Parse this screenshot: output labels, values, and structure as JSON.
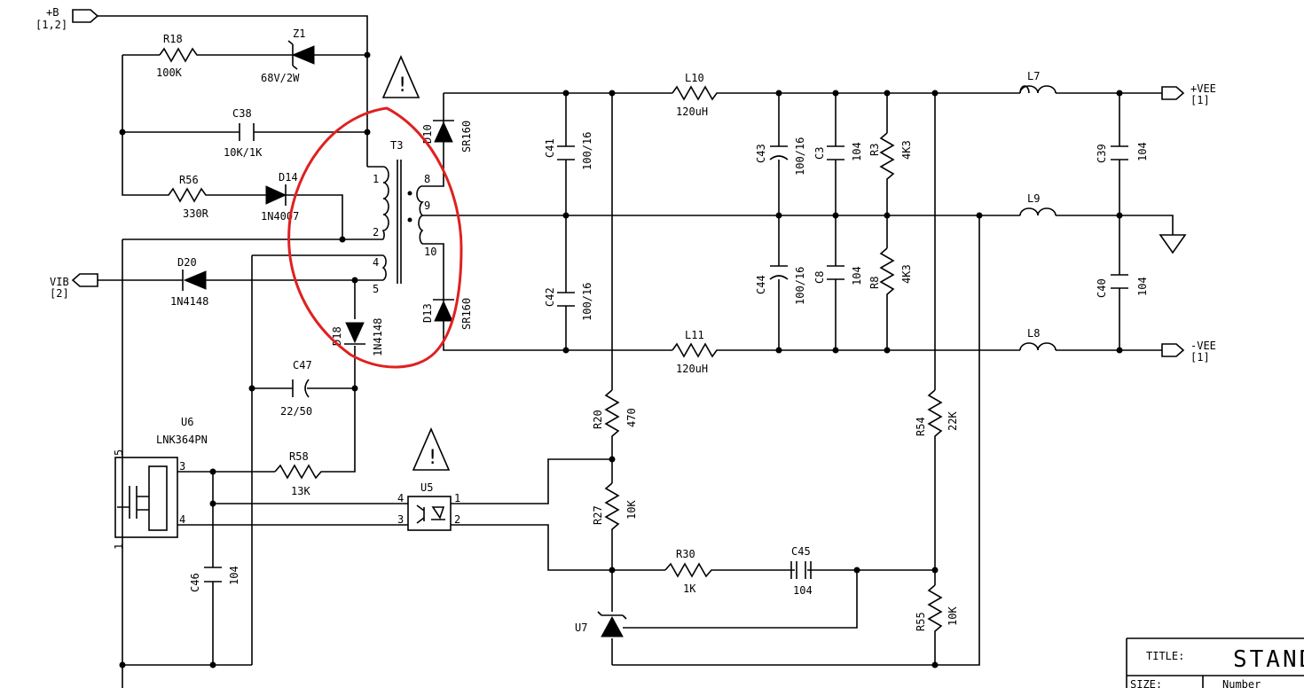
{
  "nets": {
    "plus_b": "+B",
    "plus_b_ref": "[1,2]",
    "vib": "VIB",
    "vib_ref": "[2]",
    "plus_vee": "+VEE",
    "plus_vee_ref": "[1]",
    "minus_vee": "-VEE",
    "minus_vee_ref": "[1]"
  },
  "warning_symbol": "!",
  "components": {
    "R18": {
      "ref": "R18",
      "value": "100K"
    },
    "Z1": {
      "ref": "Z1",
      "value": "68V/2W"
    },
    "C38": {
      "ref": "C38",
      "value": "10K/1K"
    },
    "R56": {
      "ref": "R56",
      "value": "330R"
    },
    "D14": {
      "ref": "D14",
      "value": "1N4007"
    },
    "D20": {
      "ref": "D20",
      "value": "1N4148"
    },
    "D18": {
      "ref": "D18",
      "value": "1N4148"
    },
    "C47": {
      "ref": "C47",
      "value": "22/50"
    },
    "U6": {
      "ref": "U6",
      "value": "LNK364PN"
    },
    "R58": {
      "ref": "R58",
      "value": "13K"
    },
    "C46": {
      "ref": "C46",
      "value": "104"
    },
    "T3": {
      "ref": "T3",
      "pins": [
        "1",
        "2",
        "4",
        "5",
        "8",
        "9",
        "10"
      ]
    },
    "D10": {
      "ref": "D10",
      "value": "SR160"
    },
    "D13": {
      "ref": "D13",
      "value": "SR160"
    },
    "C41": {
      "ref": "C41",
      "value": "100/16"
    },
    "C42": {
      "ref": "C42",
      "value": "100/16"
    },
    "L10": {
      "ref": "L10",
      "value": "120uH"
    },
    "L11": {
      "ref": "L11",
      "value": "120uH"
    },
    "C43": {
      "ref": "C43",
      "value": "100/16"
    },
    "C44": {
      "ref": "C44",
      "value": "100/16"
    },
    "C3": {
      "ref": "C3",
      "value": "104"
    },
    "C8": {
      "ref": "C8",
      "value": "104"
    },
    "R3": {
      "ref": "R3",
      "value": "4K3"
    },
    "R8": {
      "ref": "R8",
      "value": "4K3"
    },
    "L7": {
      "ref": "L7"
    },
    "L8": {
      "ref": "L8"
    },
    "L9": {
      "ref": "L9"
    },
    "C39": {
      "ref": "C39",
      "value": "104"
    },
    "C40": {
      "ref": "C40",
      "value": "104"
    },
    "R20": {
      "ref": "R20",
      "value": "470"
    },
    "R27": {
      "ref": "R27",
      "value": "10K"
    },
    "R30": {
      "ref": "R30",
      "value": "1K"
    },
    "C45": {
      "ref": "C45",
      "value": "104"
    },
    "R54": {
      "ref": "R54",
      "value": "22K"
    },
    "R55": {
      "ref": "R55",
      "value": "10K"
    },
    "U5": {
      "ref": "U5",
      "pins": [
        "1",
        "2",
        "3",
        "4"
      ]
    },
    "U7": {
      "ref": "U7"
    }
  },
  "u6_pins": [
    "5",
    "3",
    "4",
    "1"
  ],
  "title_block": {
    "title_label": "TITLE:",
    "title_value": "STAND",
    "size_label": "SIZE:",
    "number_label": "Number"
  },
  "colors": {
    "wire": "#000000",
    "highlight": "#e02020",
    "background": "#ffffff"
  }
}
